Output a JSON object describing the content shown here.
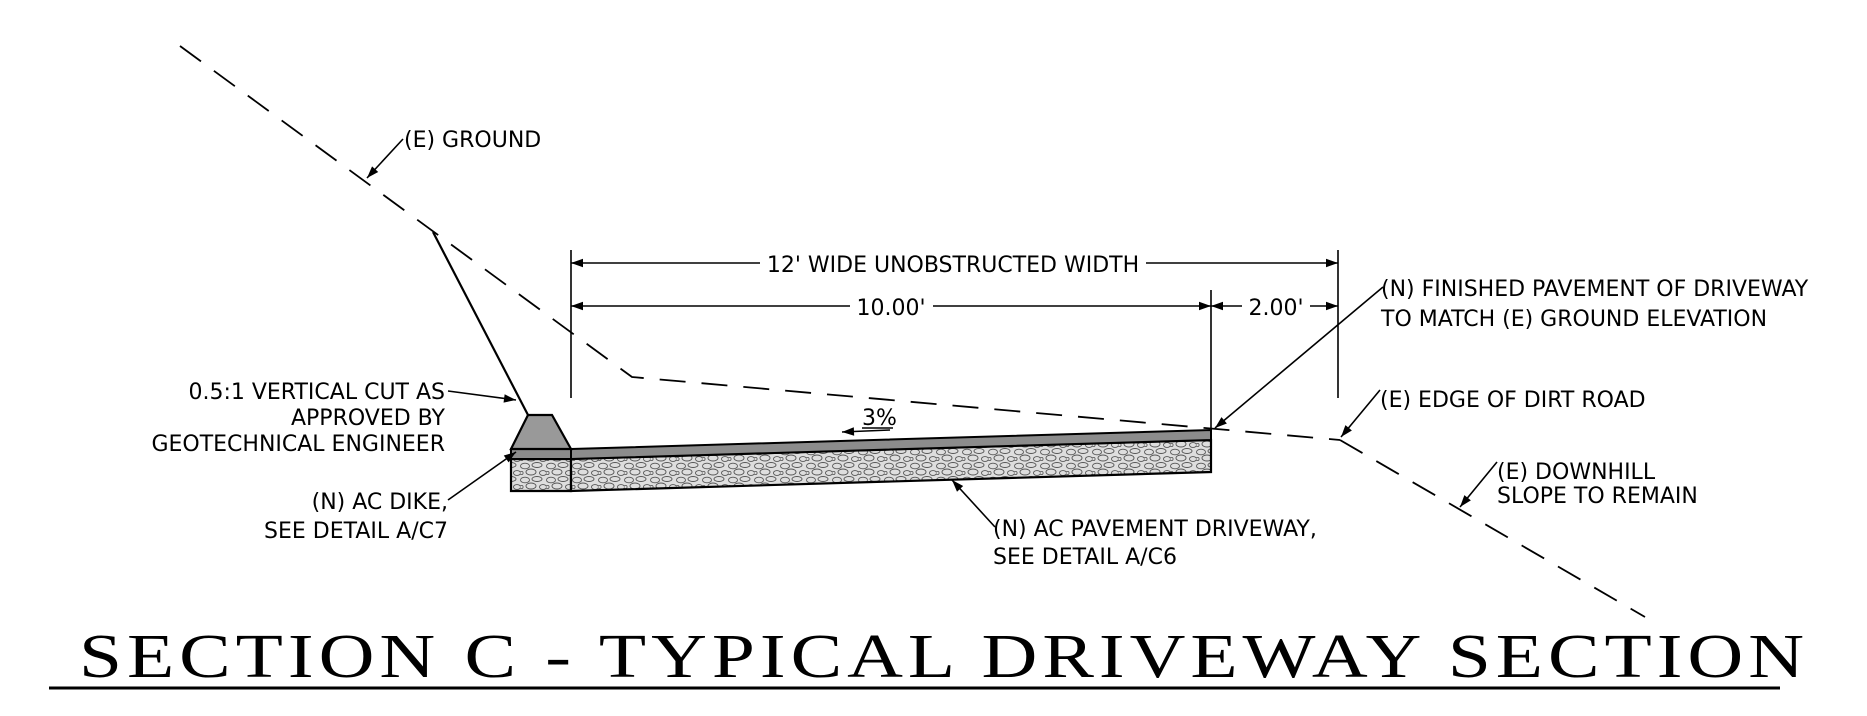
{
  "title": "SECTION C - TYPICAL DRIVEWAY SECTION",
  "labels": {
    "e_ground": "(E) GROUND",
    "vertical_cut_1": "0.5:1 VERTICAL CUT AS",
    "vertical_cut_2": "APPROVED BY",
    "vertical_cut_3": "GEOTECHNICAL ENGINEER",
    "ac_dike_1": "(N) AC DIKE,",
    "ac_dike_2": "SEE DETAIL A/C7",
    "ac_pavement_1": "(N) AC PAVEMENT DRIVEWAY,",
    "ac_pavement_2": "SEE DETAIL A/C6",
    "finished_pavement_1": "(N) FINISHED PAVEMENT OF DRIVEWAY",
    "finished_pavement_2": "TO MATCH (E) GROUND ELEVATION",
    "edge_dirt_road": "(E) EDGE OF DIRT ROAD",
    "downhill_1": "(E) DOWNHILL",
    "downhill_2": "SLOPE TO REMAIN"
  },
  "dimensions": {
    "overall": "12' WIDE UNOBSTRUCTED WIDTH",
    "pavement": "10.00'",
    "shoulder": "2.00'",
    "slope": "3%"
  },
  "colors": {
    "ink": "#000000",
    "pavement_fill": "#8c8c8c",
    "base_fill": "#dcdcdc",
    "dike_fill": "#999999"
  }
}
